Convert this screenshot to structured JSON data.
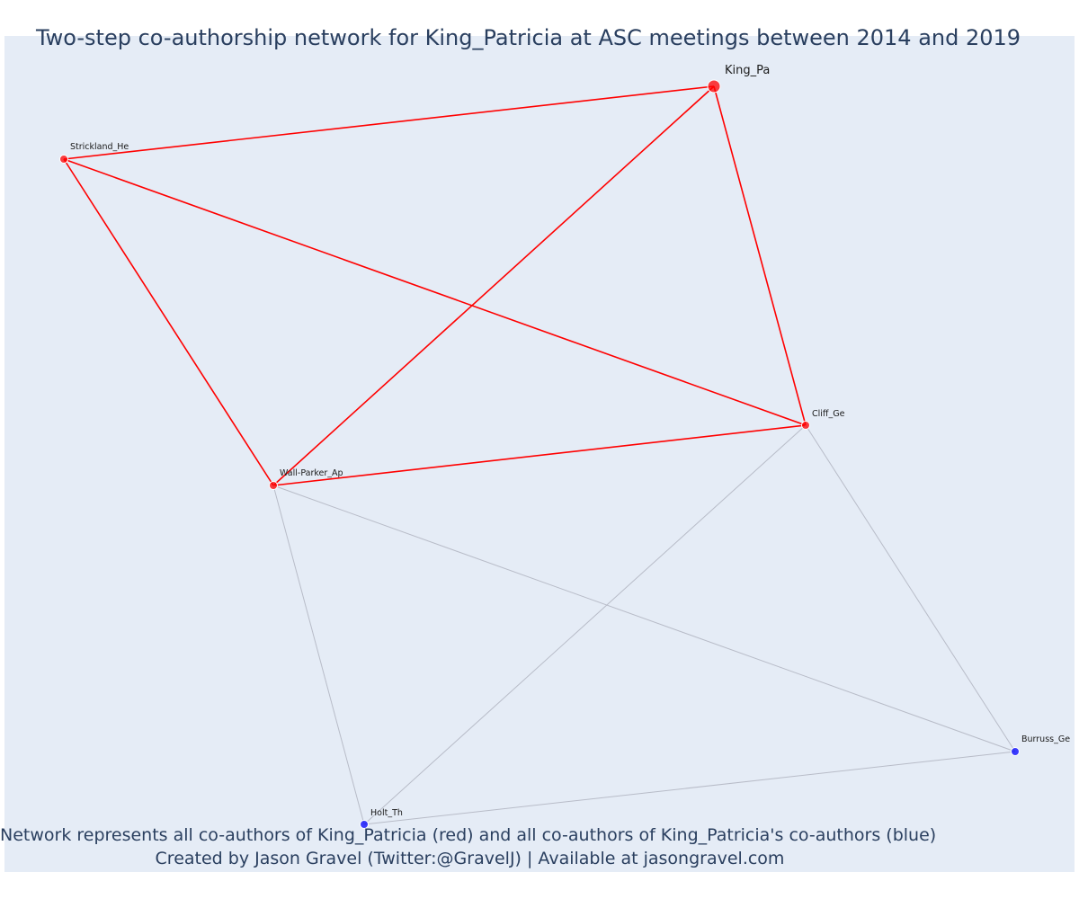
{
  "title": "Two-step co-authorship network for King_Patricia at ASC meetings between 2014 and 2019",
  "footer": {
    "line1": "Network represents all co-authors of King_Patricia (red) and all co-authors of King_Patricia's co-authors (blue)",
    "line2": "Created by Jason Gravel (Twitter:@GravelJ) | Available at jasongravel.com"
  },
  "colors": {
    "background": "#e5ecf6",
    "coauthor": "#ff0000",
    "second_step": "#0000ff",
    "edge_coauthor": "#ff0000",
    "edge_second": "#b8bcc8",
    "text": "#2a3f5f"
  },
  "nodes": [
    {
      "id": "King_Pa",
      "label": "King_Pa",
      "group": "focal"
    },
    {
      "id": "Strickland_He",
      "label": "Strickland_He",
      "group": "coauthor"
    },
    {
      "id": "Wall-Parker_Ap",
      "label": "Wall-Parker_Ap",
      "group": "coauthor"
    },
    {
      "id": "Cliff_Ge",
      "label": "Cliff_Ge",
      "group": "coauthor"
    },
    {
      "id": "Burruss_Ge",
      "label": "Burruss_Ge",
      "group": "second_step"
    },
    {
      "id": "Holt_Th",
      "label": "Holt_Th",
      "group": "second_step"
    }
  ],
  "edges": [
    {
      "source": "King_Pa",
      "target": "Strickland_He",
      "type": "coauthor"
    },
    {
      "source": "King_Pa",
      "target": "Wall-Parker_Ap",
      "type": "coauthor"
    },
    {
      "source": "King_Pa",
      "target": "Cliff_Ge",
      "type": "coauthor"
    },
    {
      "source": "Strickland_He",
      "target": "Wall-Parker_Ap",
      "type": "coauthor"
    },
    {
      "source": "Strickland_He",
      "target": "Cliff_Ge",
      "type": "coauthor"
    },
    {
      "source": "Wall-Parker_Ap",
      "target": "Cliff_Ge",
      "type": "coauthor"
    },
    {
      "source": "Wall-Parker_Ap",
      "target": "Holt_Th",
      "type": "second_step"
    },
    {
      "source": "Wall-Parker_Ap",
      "target": "Burruss_Ge",
      "type": "second_step"
    },
    {
      "source": "Cliff_Ge",
      "target": "Holt_Th",
      "type": "second_step"
    },
    {
      "source": "Cliff_Ge",
      "target": "Burruss_Ge",
      "type": "second_step"
    },
    {
      "source": "Holt_Th",
      "target": "Burruss_Ge",
      "type": "second_step"
    }
  ]
}
